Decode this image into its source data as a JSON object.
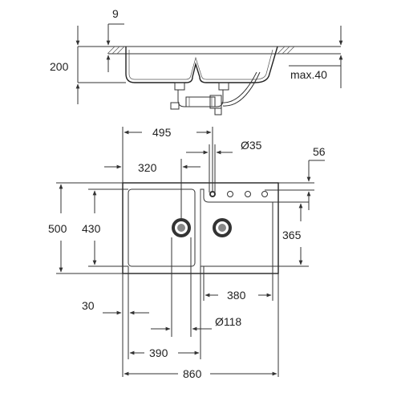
{
  "drawing": {
    "side_view": {
      "labels": {
        "rim_thickness": "9",
        "depth": "200",
        "max_counter": "max.40"
      }
    },
    "top_view": {
      "labels": {
        "bowl_center_offset": "495",
        "tap_hole_diameter": "Ø35",
        "rim_margin": "56",
        "left_drain_offset": "320",
        "overall_depth": "500",
        "bowl_depth": "430",
        "right_bowl_depth": "365",
        "right_bowl_width": "380",
        "edge_offset": "30",
        "drain_diameter": "Ø118",
        "left_bowl_width": "390",
        "overall_width": "860"
      }
    }
  }
}
